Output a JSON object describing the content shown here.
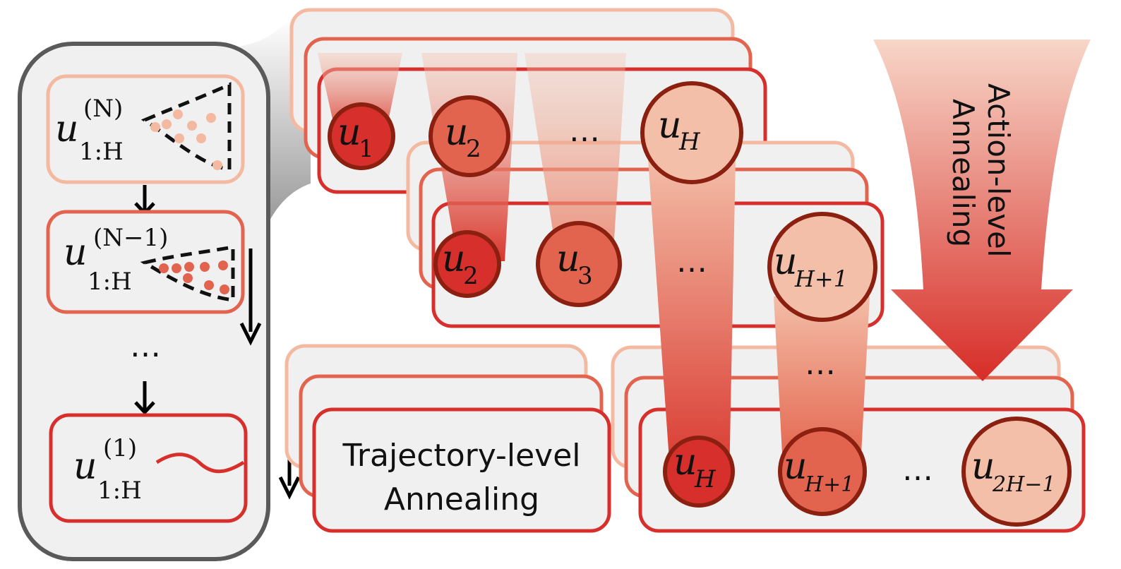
{
  "colors": {
    "light": "#f4b9a1",
    "mid": "#e3644e",
    "dark": "#d7302c",
    "border_red": "#d73a3a",
    "circle_stroke": "#8b2010",
    "panel_fill": "#f0f0f0",
    "panel_stroke": "#5a5a5a"
  },
  "left_panel": {
    "stages": [
      {
        "base": "u",
        "sup": "(N)",
        "sub": "1:H"
      },
      {
        "base": "u",
        "sup": "(N−1)",
        "sub": "1:H"
      },
      {
        "base": "u",
        "sup": "(1)",
        "sub": "1:H"
      }
    ],
    "ellipsis": "…"
  },
  "top_row": {
    "nodes": [
      {
        "base": "u",
        "sub": "1"
      },
      {
        "base": "u",
        "sub": "2"
      },
      {
        "base": "u",
        "sub": "H"
      }
    ],
    "ellipsis": "…"
  },
  "middle_row": {
    "nodes": [
      {
        "base": "u",
        "sub": "2"
      },
      {
        "base": "u",
        "sub": "3"
      },
      {
        "base": "u",
        "sub": "H+1"
      }
    ],
    "ellipsis": "…"
  },
  "bottom_row": {
    "nodes": [
      {
        "base": "u",
        "sub": "H"
      },
      {
        "base": "u",
        "sub": "H+1"
      },
      {
        "base": "u",
        "sub": "2H−1"
      }
    ],
    "ellipsis": "…"
  },
  "vertical_ellipsis": "…",
  "trajectory_label": {
    "line1": "Trajectory-level",
    "line2": "Annealing"
  },
  "action_label": {
    "line1": "Action-level",
    "line2": "Annealing"
  }
}
